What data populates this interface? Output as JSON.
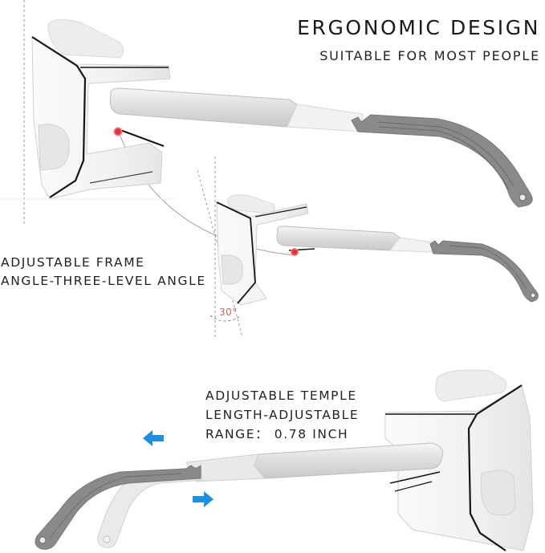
{
  "header": {
    "title": "ERGONOMIC DESIGN",
    "subtitle": "SUITABLE FOR MOST PEOPLE"
  },
  "frame_feature": {
    "line1": "ADJUSTABLE FRAME",
    "line2": "ANGLE-THREE-LEVEL ANGLE",
    "angle_label": "30°"
  },
  "temple_feature": {
    "line1": "ADJUSTABLE TEMPLE",
    "line2": "LENGTH-ADJUSTABLE",
    "line3": "RANGE：  0.78 INCH"
  },
  "colors": {
    "background": "#ffffff",
    "text": "#1e1e1e",
    "temple_grey": "#8a8a8a",
    "frame_white": "#eeeeee",
    "marker_red": "#e8222b",
    "arrow_blue": "#1f8fe0",
    "angle_text": "#c06a6a",
    "guide_line": "#9a9a9a"
  },
  "icons": [
    "pivot-marker-icon",
    "arrow-left-icon",
    "arrow-right-icon"
  ]
}
